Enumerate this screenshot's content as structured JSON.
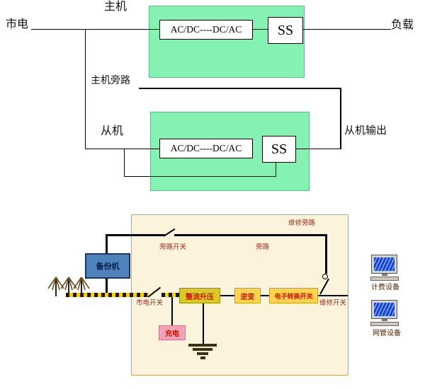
{
  "top_diagram": {
    "mains_label": "市电",
    "master_label": "主机",
    "load_label": "负载",
    "master_bypass_label": "主机旁路",
    "slave_label": "从机",
    "slave_output_label": "从机输出",
    "master_unit": {
      "converter_label": "AC/DC----DC/AC",
      "static_switch_label": "SS"
    },
    "slave_unit": {
      "converter_label": "AC/DC----DC/AC",
      "static_switch_label": "SS"
    },
    "colors": {
      "unit_fill": "#85F2B3",
      "line": "#000000"
    }
  },
  "bottom_diagram": {
    "maintenance_bypass_label": "维修旁路",
    "bypass_switch_label": "旁路开关",
    "bypass_label": "旁路",
    "mains_switch_label": "市电开关",
    "maintenance_switch_label": "维修开关",
    "backup_unit_label": "备份机",
    "rectifier_label": "整流升压",
    "inverter_label": "逆变",
    "transfer_switch_label": "电子转换开关",
    "charger_label": "充电",
    "billing_label": "计费设备",
    "network_label": "网管设备",
    "colors": {
      "panel_fill": "#FBF3DC",
      "panel_border": "#C9A063",
      "backup_fill": "#4F81BD",
      "rectifier_fill": "#D9CA28",
      "block_fill": "#FFD34D",
      "charger_fill": "#F4A2B6",
      "label_text": "#993322",
      "block_text": "#CC1100",
      "bus_yellow": "#FFCC00"
    }
  }
}
